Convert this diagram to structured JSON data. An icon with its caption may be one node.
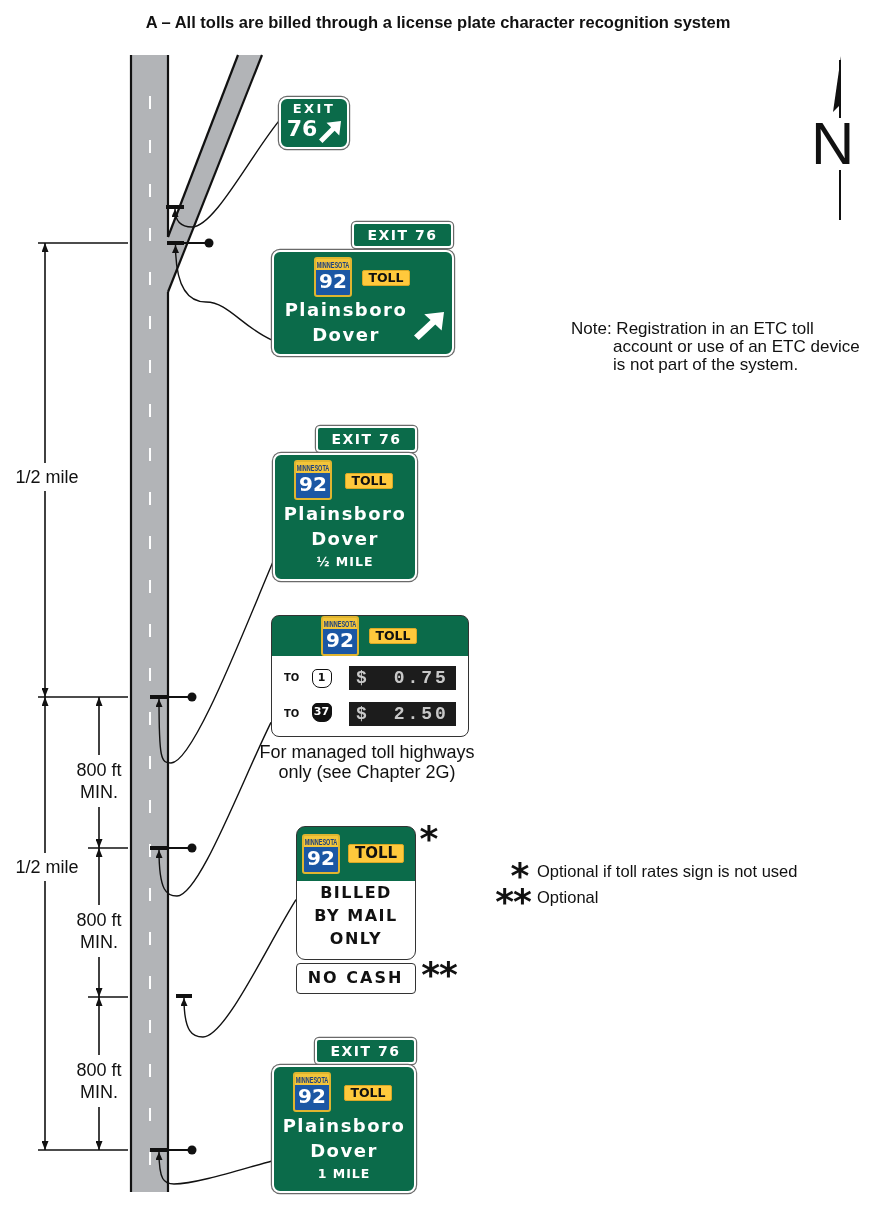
{
  "diagram": {
    "title": "A – All tolls are billed through a license plate character recognition system",
    "nodes": [
      {
        "text": [
          "EXIT",
          "76"
        ]
      },
      {
        "text": [
          "EXIT 76"
        ]
      },
      {
        "text": [
          "Plainsboro",
          "Dover"
        ]
      },
      {
        "text": [
          "MINNESOTA",
          "92"
        ],
        "in": 2
      },
      {
        "text": [
          "TOLL"
        ],
        "in": 2
      },
      {
        "text": [
          "EXIT 76"
        ]
      },
      {
        "text": [
          "Plainsboro",
          "Dover",
          "½ MILE"
        ]
      },
      {
        "text": [
          "MINNESOTA",
          "92"
        ],
        "in": 6
      },
      {
        "text": [
          "TOLL"
        ],
        "in": 6
      },
      {
        "text": [
          "TO",
          "TO"
        ],
        "beside": [
          "For managed toll highways only (see Chapter 2G)"
        ]
      },
      {
        "text": [
          "MINNESOTA",
          "92"
        ],
        "in": 9
      },
      {
        "text": [
          "TOLL"
        ],
        "in": 9
      },
      {
        "text": [
          "1"
        ],
        "in": 9
      },
      {
        "text": [
          "$ 0.75"
        ],
        "in": 9
      },
      {
        "text": [
          "37"
        ],
        "in": 9
      },
      {
        "text": [
          "$ 2.50"
        ],
        "in": 9
      },
      {
        "text": [
          "BILLED BY MAIL ONLY"
        ],
        "beside": [
          "*"
        ]
      },
      {
        "text": [
          "MINNESOTA",
          "92"
        ],
        "in": 16
      },
      {
        "text": [
          "TOLL"
        ],
        "in": 16
      },
      {
        "text": [
          "NO CASH"
        ],
        "beside": [
          "**"
        ]
      },
      {
        "text": [
          "EXIT 76"
        ]
      },
      {
        "text": [
          "Plainsboro",
          "Dover",
          "1 MILE"
        ]
      },
      {
        "text": [
          "MINNESOTA",
          "92"
        ],
        "in": 21
      },
      {
        "text": [
          "TOLL"
        ],
        "in": 21
      },
      {
        "text": [],
        "shape": "bar"
      },
      {
        "text": [],
        "shape": "bar"
      },
      {
        "text": [],
        "shape": "bar"
      },
      {
        "text": [],
        "shape": "bar"
      },
      {
        "text": [],
        "shape": "bar"
      },
      {
        "text": [],
        "shape": "bar"
      }
    ],
    "edges": [
      {
        "from": 0,
        "to": 24,
        "arrow": "to"
      },
      {
        "from": 2,
        "to": 25,
        "arrow": "to"
      },
      {
        "from": 6,
        "to": 26,
        "arrow": "to"
      },
      {
        "from": 9,
        "to": 27,
        "arrow": "to"
      },
      {
        "from": 16,
        "to": 28,
        "arrow": "to"
      },
      {
        "from": 21,
        "to": 29,
        "arrow": "to"
      }
    ],
    "labels": [
      "N",
      "Note: Registration in an ETC toll account or use of an ETC device is not part of the system.",
      "1/2 mile",
      "800 ft MIN.",
      "1/2 mile",
      "*",
      "Optional if toll rates sign is not used",
      "**",
      "Optional",
      "800 ft MIN.",
      "800 ft MIN."
    ]
  }
}
